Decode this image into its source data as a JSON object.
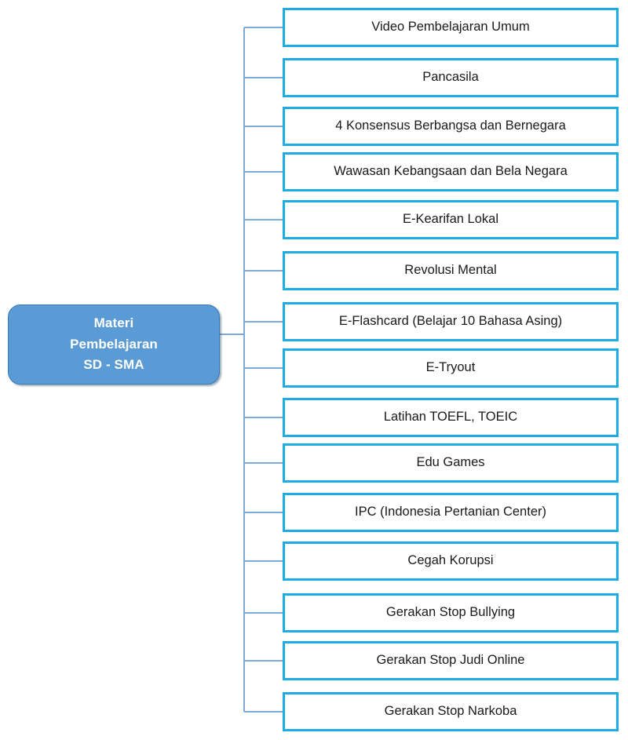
{
  "diagram": {
    "type": "horizontal-tree",
    "title": "Materi Pembelajaran SD - SMA",
    "colors": {
      "root_fill": "#5B9BD5",
      "root_border": "#3A7CB8",
      "root_text": "#FFFFFF",
      "child_border": "#1CADE4",
      "child_fill": "#FFFFFF",
      "child_text": "#1A1A1A",
      "connector": "#7FA9D8",
      "background": "#FFFFFF"
    },
    "root": {
      "lines": [
        "Materi",
        "Pembelajaran",
        "SD - SMA"
      ],
      "text": "Materi Pembelajaran SD - SMA"
    },
    "children": [
      {
        "label": "Video Pembelajaran Umum"
      },
      {
        "label": "Pancasila"
      },
      {
        "label": "4 Konsensus Berbangsa dan Bernegara"
      },
      {
        "label": "Wawasan Kebangsaan dan Bela Negara"
      },
      {
        "label": "E-Kearifan Lokal"
      },
      {
        "label": "Revolusi Mental"
      },
      {
        "label": "E-Flashcard (Belajar 10 Bahasa Asing)"
      },
      {
        "label": "E-Tryout"
      },
      {
        "label": "Latihan TOEFL, TOEIC"
      },
      {
        "label": "Edu Games"
      },
      {
        "label": "IPC (Indonesia Pertanian Center)"
      },
      {
        "label": "Cegah Korupsi"
      },
      {
        "label": "Gerakan Stop Bullying"
      },
      {
        "label": "Gerakan Stop Judi Online"
      },
      {
        "label": "Gerakan Stop Narkoba"
      }
    ]
  }
}
